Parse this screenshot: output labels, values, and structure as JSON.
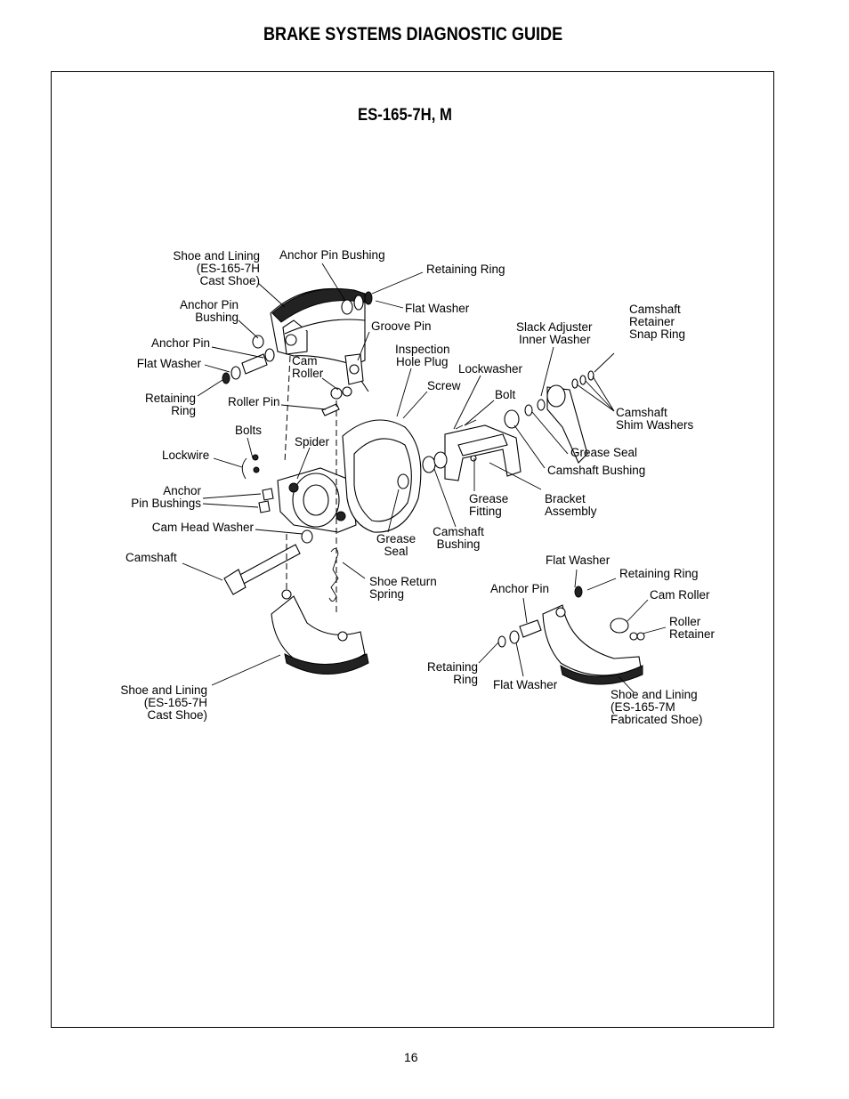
{
  "header": {
    "title": "BRAKE SYSTEMS DIAGNOSTIC GUIDE"
  },
  "diagram": {
    "title": "ES-165-7H, M",
    "labels": {
      "shoe_top_1": "Shoe and Lining",
      "shoe_top_2": "(ES-165-7H",
      "shoe_top_3": "Cast Shoe)",
      "anchor_pin_bushing_top": "Anchor Pin Bushing",
      "retaining_ring_top": "Retaining Ring",
      "anchor_pin_bushing_left_1": "Anchor Pin",
      "anchor_pin_bushing_left_2": "Bushing",
      "flat_washer_top": "Flat Washer",
      "groove_pin": "Groove Pin",
      "anchor_pin_left": "Anchor Pin",
      "inspection_1": "Inspection",
      "inspection_2": "Hole Plug",
      "flat_washer_left": "Flat Washer",
      "cam_roller_top_1": "Cam",
      "cam_roller_top_2": "Roller",
      "lockwasher": "Lockwasher",
      "slack_1": "Slack Adjuster",
      "slack_2": "Inner Washer",
      "camshaft_retainer_1": "Camshaft",
      "camshaft_retainer_2": "Retainer",
      "camshaft_retainer_3": "Snap Ring",
      "retaining_ring_left_1": "Retaining",
      "retaining_ring_left_2": "Ring",
      "roller_pin": "Roller Pin",
      "screw": "Screw",
      "bolt": "Bolt",
      "shim_1": "Camshaft",
      "shim_2": "Shim Washers",
      "bolts": "Bolts",
      "spider": "Spider",
      "grease_seal_right": "Grease Seal",
      "lockwire": "Lockwire",
      "camshaft_bushing_right": "Camshaft Bushing",
      "anchor_pin_bushings_1": "Anchor",
      "anchor_pin_bushings_2": "Pin Bushings",
      "grease_fitting_1": "Grease",
      "grease_fitting_2": "Fitting",
      "bracket_1": "Bracket",
      "bracket_2": "Assembly",
      "cam_head_washer": "Cam Head Washer",
      "grease_seal_mid_1": "Grease",
      "grease_seal_mid_2": "Seal",
      "camshaft_bushing_mid_1": "Camshaft",
      "camshaft_bushing_mid_2": "Bushing",
      "camshaft": "Camshaft",
      "flat_washer_m": "Flat Washer",
      "retaining_ring_m": "Retaining Ring",
      "shoe_return_1": "Shoe Return",
      "shoe_return_2": "Spring",
      "anchor_pin_m": "Anchor Pin",
      "cam_roller_m": "Cam Roller",
      "roller_retainer_1": "Roller",
      "roller_retainer_2": "Retainer",
      "retaining_ring_bottom_1": "Retaining",
      "retaining_ring_bottom_2": "Ring",
      "flat_washer_bottom": "Flat Washer",
      "shoe_bottom_1": "Shoe and Lining",
      "shoe_bottom_2": "(ES-165-7H",
      "shoe_bottom_3": "Cast Shoe)",
      "shoe_m_1": "Shoe and Lining",
      "shoe_m_2": "(ES-165-7M",
      "shoe_m_3": "Fabricated Shoe)"
    }
  },
  "footer": {
    "page_number": "16"
  }
}
